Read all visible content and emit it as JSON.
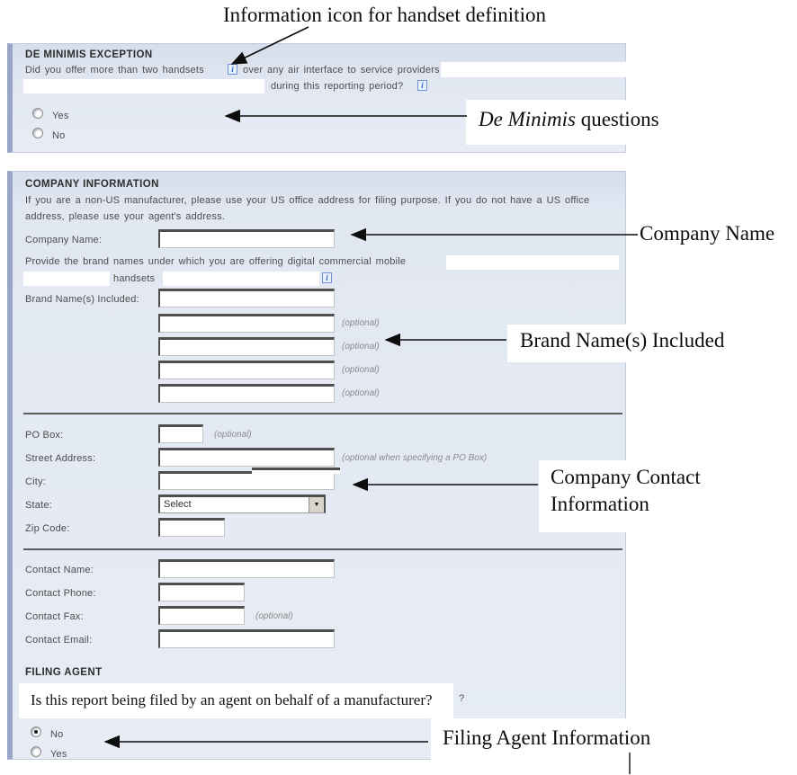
{
  "annotations": {
    "top": "Information icon for handset definition",
    "de_minimis_italic": "De Minimis",
    "de_minimis_rest": " questions",
    "company_name": "Company Name",
    "brand_names": "Brand Name(s) Included",
    "company_contact_line1": "Company Contact",
    "company_contact_line2": "Information",
    "filing_agent": "Filing Agent Information",
    "filing_question_overlay": "Is this report being filed by an agent on behalf of a manufacturer?"
  },
  "icons": {
    "info_glyph": "i",
    "select_arrow": "▼"
  },
  "colors": {
    "section_bg": "#e2e8f2",
    "section_bar": "#99a5c7",
    "info_icon_blue": "#2a62c9",
    "body_text": "#4d4d4d"
  },
  "de_minimis": {
    "header": "DE MINIMIS EXCEPTION",
    "q1_part1": "Did you offer more than two handsets",
    "q1_part2": "over any air interface to service providers",
    "q2": "during this reporting period?",
    "options": [
      {
        "label": "Yes",
        "selected": false
      },
      {
        "label": "No",
        "selected": false
      }
    ]
  },
  "company": {
    "header": "COMPANY INFORMATION",
    "note1": "If you are a non-US manufacturer, please use your US office address for filing purpose. If you do not have a US office",
    "note2": "address, please use your agent's address.",
    "company_name_label": "Company Name:",
    "brand_intro": "Provide the brand names under which you are offering digital commercial mobile",
    "brand_intro_word": "handsets",
    "brand_label": "Brand Name(s) Included:",
    "optional": "(optional)",
    "po_box_label": "PO Box:",
    "street_label": "Street Address:",
    "street_optional": "(optional when specifying a PO Box)",
    "city_label": "City:",
    "state_label": "State:",
    "state_value": "Select",
    "zip_label": "Zip Code:",
    "contact_name_label": "Contact Name:",
    "contact_phone_label": "Contact Phone:",
    "contact_fax_label": "Contact Fax:",
    "contact_email_label": "Contact Email:"
  },
  "filing_agent": {
    "header": "FILING AGENT",
    "question_remnant": "?",
    "options": [
      {
        "label": "No",
        "selected": true
      },
      {
        "label": "Yes",
        "selected": false
      }
    ]
  }
}
